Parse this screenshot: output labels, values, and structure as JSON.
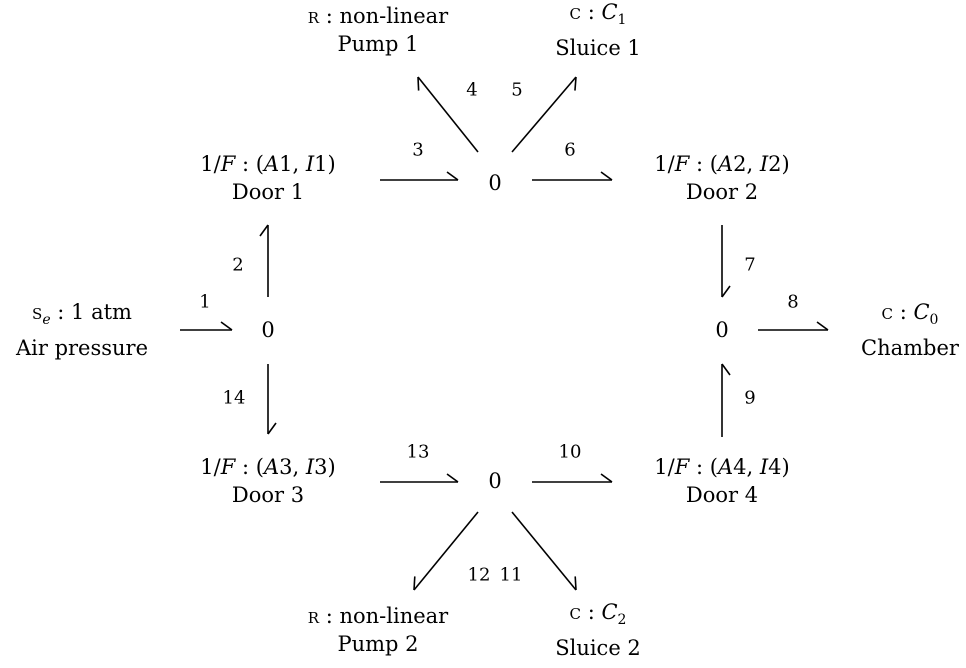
{
  "elements": [
    {
      "id": "air",
      "name": "element-air-pressure",
      "type": "Se",
      "line1": "S_e : 1 atm",
      "line2": "Air pressure"
    },
    {
      "id": "door1",
      "name": "element-door-1",
      "type": "1/F",
      "line1": "1/F : (A1, I1)",
      "line2": "Door 1"
    },
    {
      "id": "door2",
      "name": "element-door-2",
      "type": "1/F",
      "line1": "1/F : (A2, I2)",
      "line2": "Door 2"
    },
    {
      "id": "door3",
      "name": "element-door-3",
      "type": "1/F",
      "line1": "1/F : (A3, I3)",
      "line2": "Door 3"
    },
    {
      "id": "door4",
      "name": "element-door-4",
      "type": "1/F",
      "line1": "1/F : (A4, I4)",
      "line2": "Door 4"
    },
    {
      "id": "pump1",
      "name": "element-pump-1",
      "type": "R",
      "line1": "R : non-linear",
      "line2": "Pump 1"
    },
    {
      "id": "pump2",
      "name": "element-pump-2",
      "type": "R",
      "line1": "R : non-linear",
      "line2": "Pump 2"
    },
    {
      "id": "sluice1",
      "name": "element-sluice-1",
      "type": "C",
      "line1": "C : C1",
      "line2": "Sluice 1"
    },
    {
      "id": "sluice2",
      "name": "element-sluice-2",
      "type": "C",
      "line1": "C : C2",
      "line2": "Sluice 2"
    },
    {
      "id": "chamber",
      "name": "element-chamber",
      "type": "C",
      "line1": "C : C0",
      "line2": "Chamber"
    }
  ],
  "junctions": [
    {
      "id": "j_left",
      "name": "junction-left",
      "label": "0"
    },
    {
      "id": "j_top",
      "name": "junction-top",
      "label": "0"
    },
    {
      "id": "j_right",
      "name": "junction-right",
      "label": "0"
    },
    {
      "id": "j_bottom",
      "name": "junction-bottom",
      "label": "0"
    }
  ],
  "bonds": [
    {
      "number": "1",
      "from": "air",
      "to": "j_left"
    },
    {
      "number": "2",
      "from": "j_left",
      "to": "door1"
    },
    {
      "number": "3",
      "from": "door1",
      "to": "j_top"
    },
    {
      "number": "4",
      "from": "j_top",
      "to": "pump1"
    },
    {
      "number": "5",
      "from": "j_top",
      "to": "sluice1"
    },
    {
      "number": "6",
      "from": "j_top",
      "to": "door2"
    },
    {
      "number": "7",
      "from": "door2",
      "to": "j_right"
    },
    {
      "number": "8",
      "from": "j_right",
      "to": "chamber"
    },
    {
      "number": "9",
      "from": "door4",
      "to": "j_right"
    },
    {
      "number": "10",
      "from": "j_bottom",
      "to": "door4"
    },
    {
      "number": "11",
      "from": "j_bottom",
      "to": "sluice2"
    },
    {
      "number": "12",
      "from": "j_bottom",
      "to": "pump2"
    },
    {
      "number": "13",
      "from": "door3",
      "to": "j_bottom"
    },
    {
      "number": "14",
      "from": "j_left",
      "to": "door3"
    }
  ]
}
